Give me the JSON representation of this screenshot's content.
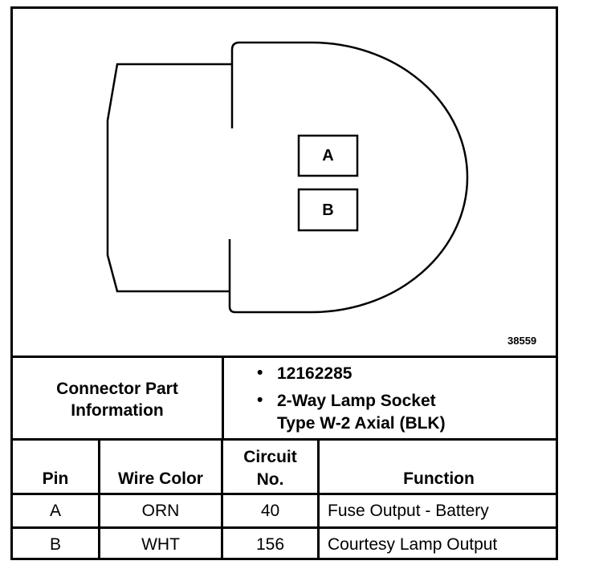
{
  "figure_number": "38559",
  "pins": [
    "A",
    "B"
  ],
  "connector_info": {
    "label_line1": "Connector Part",
    "label_line2": "Information",
    "bullet": "•",
    "part_number": "12162285",
    "description_line1": "2-Way Lamp Socket",
    "description_line2": "Type W-2 Axial (BLK)"
  },
  "table": {
    "headers": {
      "pin": "Pin",
      "wire_color": "Wire Color",
      "circuit_line1": "Circuit",
      "circuit_line2": "No.",
      "function": "Function"
    },
    "rows": [
      {
        "pin": "A",
        "wire_color": "ORN",
        "circuit": "40",
        "function": "Fuse Output - Battery"
      },
      {
        "pin": "B",
        "wire_color": "WHT",
        "circuit": "156",
        "function": "Courtesy Lamp Output"
      }
    ]
  }
}
